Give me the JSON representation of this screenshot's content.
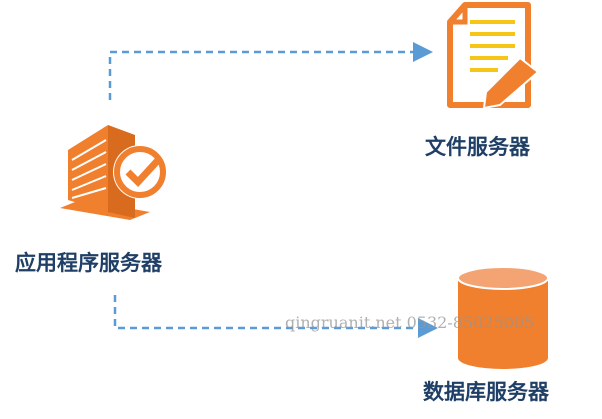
{
  "nodes": {
    "app_server": {
      "label": "应用程序服务器",
      "icon": "building-check-icon"
    },
    "file_server": {
      "label": "文件服务器",
      "icon": "document-pencil-icon"
    },
    "db_server": {
      "label": "数据库服务器",
      "icon": "database-cylinder-icon"
    }
  },
  "watermark": "qingruanit.net 0532-85025005",
  "colors": {
    "accent": "#f07f2e",
    "arrow": "#5b9bd5",
    "label": "#1f3f66",
    "doc_lines": "#f5c518"
  }
}
